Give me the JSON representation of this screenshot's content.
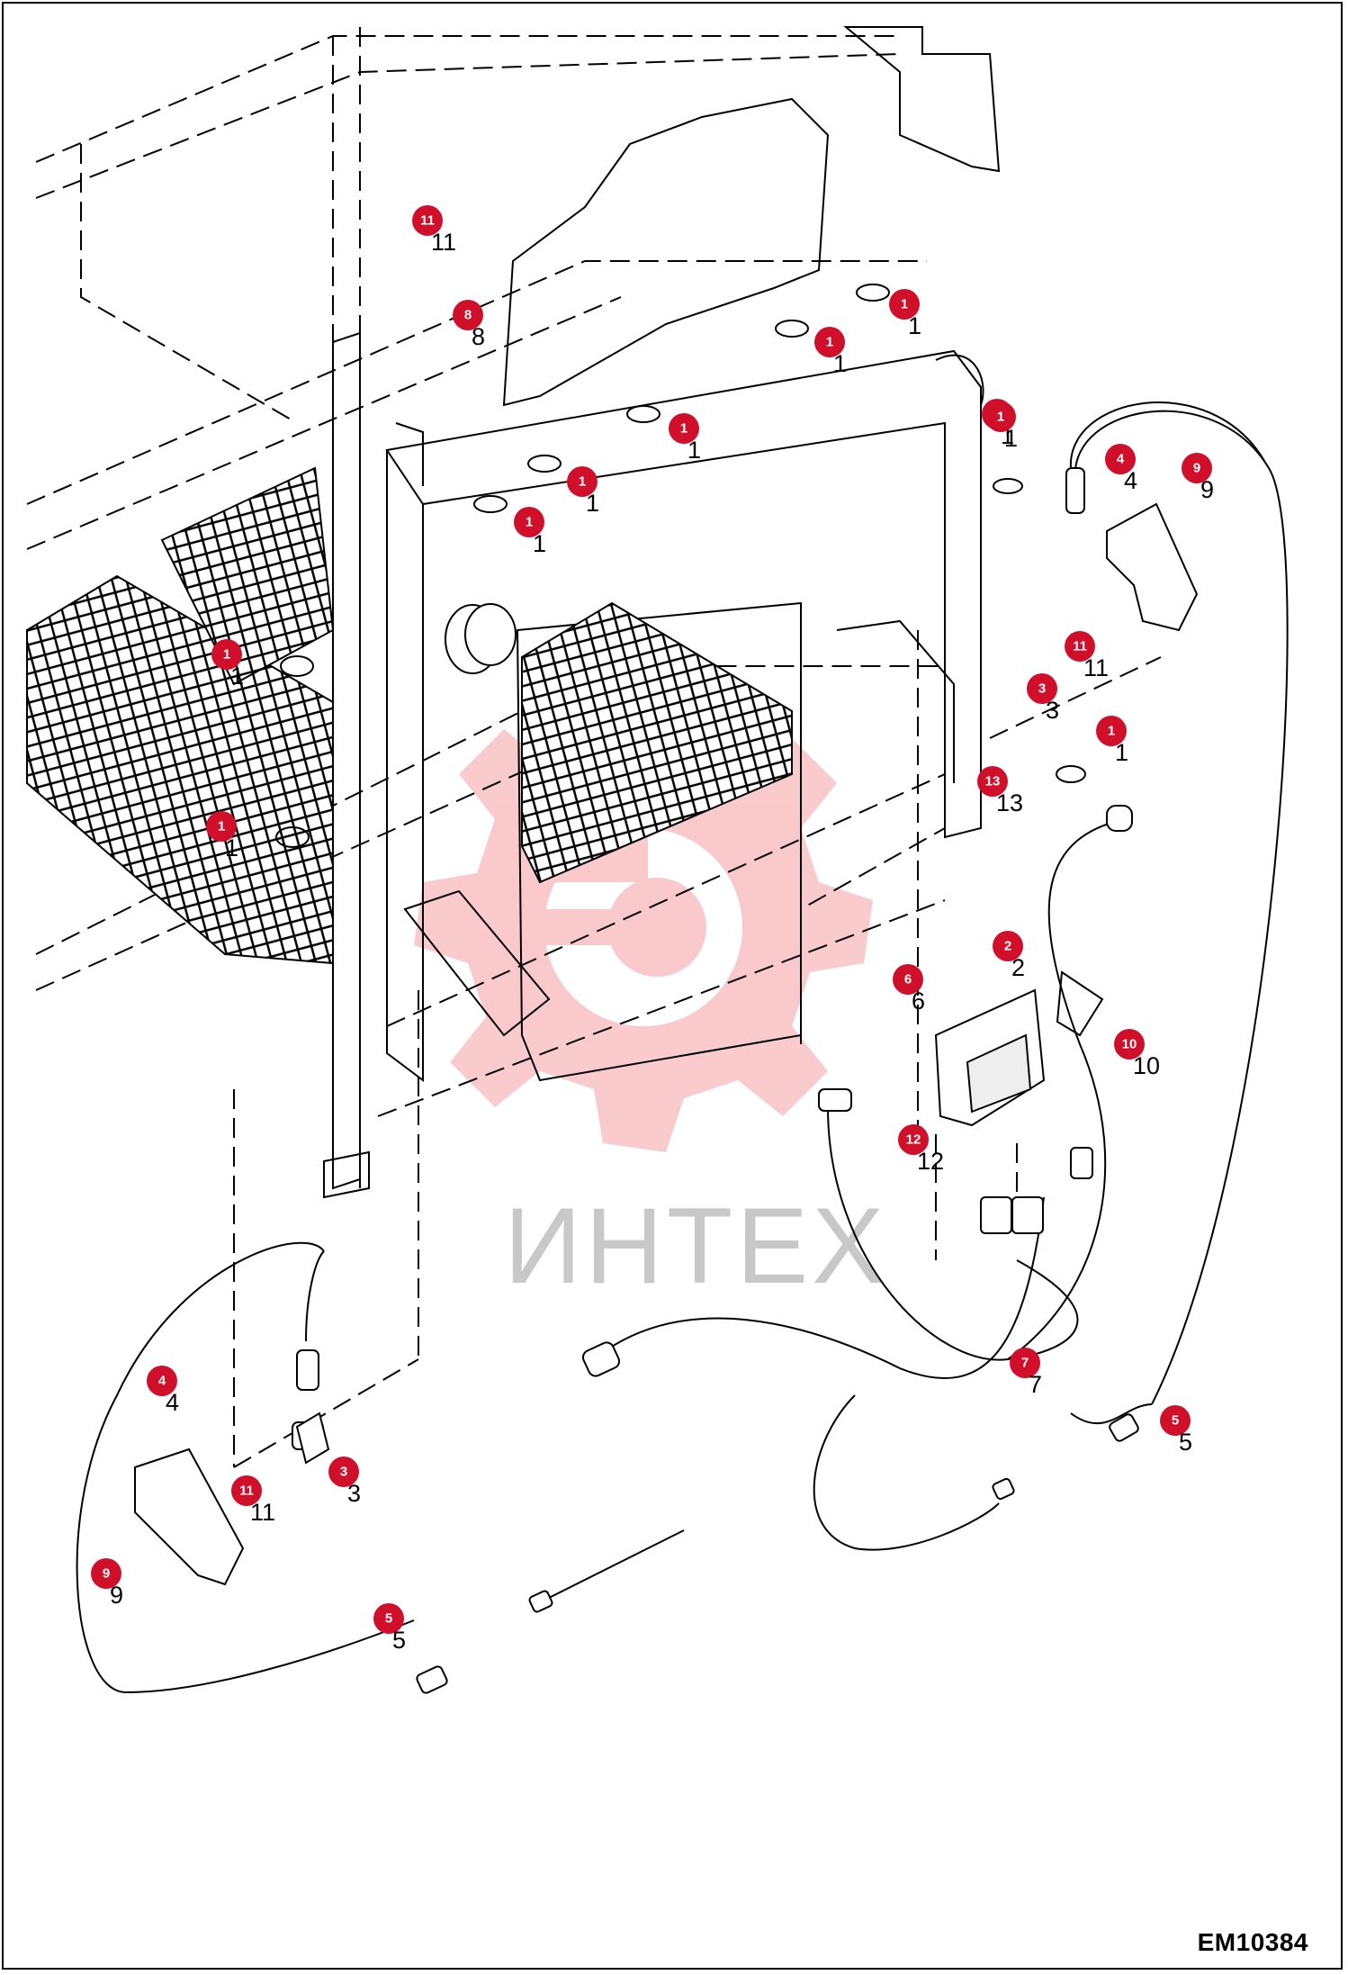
{
  "diagram": {
    "drawing_code": "EM10384",
    "watermark_text": "ИНТЕХ",
    "callout_color": "#d0102a",
    "callouts": [
      {
        "label": "11",
        "plain": "11"
      },
      {
        "label": "8",
        "plain": "8"
      },
      {
        "label": "1",
        "plain": "1"
      },
      {
        "label": "1",
        "plain": "1"
      },
      {
        "label": "1",
        "plain": "1"
      },
      {
        "label": "1",
        "plain": "1"
      },
      {
        "label": "1",
        "plain": "1"
      },
      {
        "label": "1",
        "plain": "1"
      },
      {
        "label": "1",
        "plain": "1"
      },
      {
        "label": "4",
        "plain": "4"
      },
      {
        "label": "9",
        "plain": "9"
      },
      {
        "label": "11",
        "plain": "11"
      },
      {
        "label": "3",
        "plain": "3"
      },
      {
        "label": "1",
        "plain": "1"
      },
      {
        "label": "13",
        "plain": "13"
      },
      {
        "label": "1",
        "plain": "1"
      },
      {
        "label": "1",
        "plain": "1"
      },
      {
        "label": "2",
        "plain": "2"
      },
      {
        "label": "6",
        "plain": "6"
      },
      {
        "label": "10",
        "plain": "10"
      },
      {
        "label": "12",
        "plain": "12"
      },
      {
        "label": "7",
        "plain": "7"
      },
      {
        "label": "5",
        "plain": "5"
      },
      {
        "label": "4",
        "plain": "4"
      },
      {
        "label": "11",
        "plain": "11"
      },
      {
        "label": "3",
        "plain": "3"
      },
      {
        "label": "9",
        "plain": "9"
      },
      {
        "label": "5",
        "plain": "5"
      }
    ]
  }
}
